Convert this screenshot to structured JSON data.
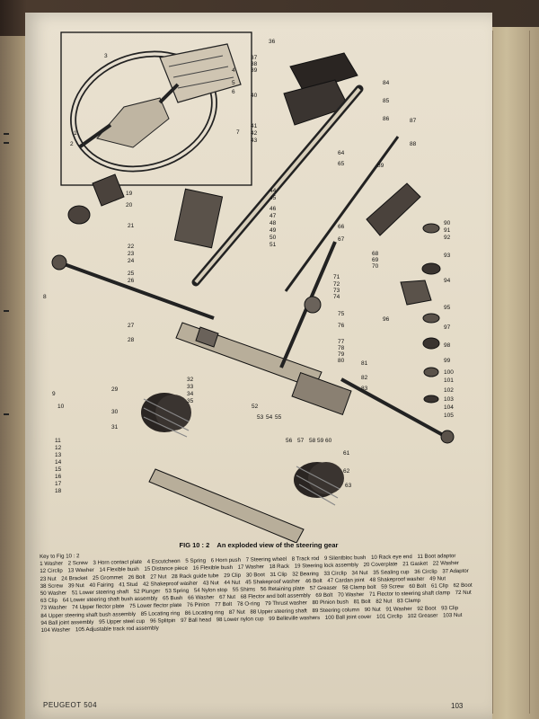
{
  "figure": {
    "label": "FIG 10 : 2",
    "title": "An exploded view of the steering gear",
    "callouts": [
      "1",
      "2",
      "3",
      "4",
      "5",
      "6",
      "7",
      "8",
      "9",
      "10",
      "11",
      "12",
      "13",
      "14",
      "15",
      "16",
      "17",
      "18",
      "19",
      "20",
      "21",
      "22",
      "23",
      "24",
      "25",
      "26",
      "27",
      "28",
      "29",
      "30",
      "31",
      "32",
      "33",
      "34",
      "35",
      "36",
      "37",
      "38",
      "39",
      "40",
      "41",
      "42",
      "43",
      "44",
      "45",
      "46",
      "47",
      "48",
      "49",
      "50",
      "51",
      "52",
      "53",
      "54",
      "55",
      "56",
      "57",
      "58",
      "59",
      "60",
      "61",
      "62",
      "63",
      "64",
      "65",
      "66",
      "67",
      "68",
      "69",
      "70",
      "71",
      "72",
      "73",
      "74",
      "75",
      "76",
      "77",
      "78",
      "79",
      "80",
      "81",
      "82",
      "83",
      "84",
      "85",
      "86",
      "87",
      "88",
      "89",
      "90",
      "91",
      "92",
      "93",
      "94",
      "95",
      "96",
      "97",
      "98",
      "99",
      "100",
      "101",
      "102",
      "103",
      "104",
      "105"
    ]
  },
  "key": {
    "title": "Key to Fig 10 : 2",
    "entries": [
      "1 Washer",
      "2 Screw",
      "3 Horn contact plate",
      "4 Escutcheon",
      "5 Spring",
      "6 Horn push",
      "7 Steering wheel",
      "8 Track rod",
      "9 Silentbloc bush",
      "10 Rack eye end",
      "11 Boot adaptor",
      "12 Circlip",
      "13 Washer",
      "14 Flexible bush",
      "15 Distance piece",
      "16 Flexible bush",
      "17 Washer",
      "18 Rack",
      "19 Steering lock assembly",
      "20 Coverplate",
      "21 Gasket",
      "22 Washer",
      "23 Nut",
      "24 Bracket",
      "25 Grommet",
      "26 Bolt",
      "27 Nut",
      "28 Rack guide tube",
      "29 Clip",
      "30 Boot",
      "31 Clip",
      "32 Bearing",
      "33 Circlip",
      "34 Nut",
      "35 Sealing cup",
      "36 Circlip",
      "37 Adaptor",
      "38 Screw",
      "39 Nut",
      "40 Fairing",
      "41 Stud",
      "42 Shakeproof washer",
      "43 Nut",
      "44 Nut",
      "45 Shakeproof washer",
      "46 Bolt",
      "47 Cardan joint",
      "48 Shakeproof washer",
      "49 Nut",
      "50 Washer",
      "51 Lower steering shaft",
      "52 Plunger",
      "53 Spring",
      "54 Nylon stop",
      "55 Shims",
      "56 Retaining plate",
      "57 Greaser",
      "58 Clamp bolt",
      "59 Screw",
      "60 Bolt",
      "61 Clip",
      "62 Boot",
      "63 Clip",
      "64 Lower steering shaft bush assembly",
      "65 Bush",
      "66 Washer",
      "67 Nut",
      "68 Flector and bolt assembly",
      "69 Bolt",
      "70 Washer",
      "71 Flector to steering shaft clamp",
      "72 Nut",
      "73 Washer",
      "74 Upper flector plate",
      "75 Lower flector plate",
      "76 Pinion",
      "77 Bolt",
      "78 O-ring",
      "79 Thrust washer",
      "80 Pinion bush",
      "81 Bolt",
      "82 Nut",
      "83 Clamp",
      "84 Upper steering shaft bush assembly",
      "85 Locating ring",
      "86 Locating ring",
      "87 Nut",
      "88 Upper steering shaft",
      "89 Steering column",
      "90 Nut",
      "91 Washer",
      "92 Boot",
      "93 Clip",
      "94 Ball joint assembly",
      "95 Upper steel cup",
      "96 Splitpin",
      "97 Ball head",
      "98 Lower nylon cup",
      "99 Belleville washers",
      "100 Ball joint cover",
      "101 Circlip",
      "102 Greaser",
      "103 Nut",
      "104 Washer",
      "105 Adjustable track rod assembly"
    ]
  },
  "footer": {
    "book": "PEUGEOT 504",
    "page_number": "103"
  }
}
